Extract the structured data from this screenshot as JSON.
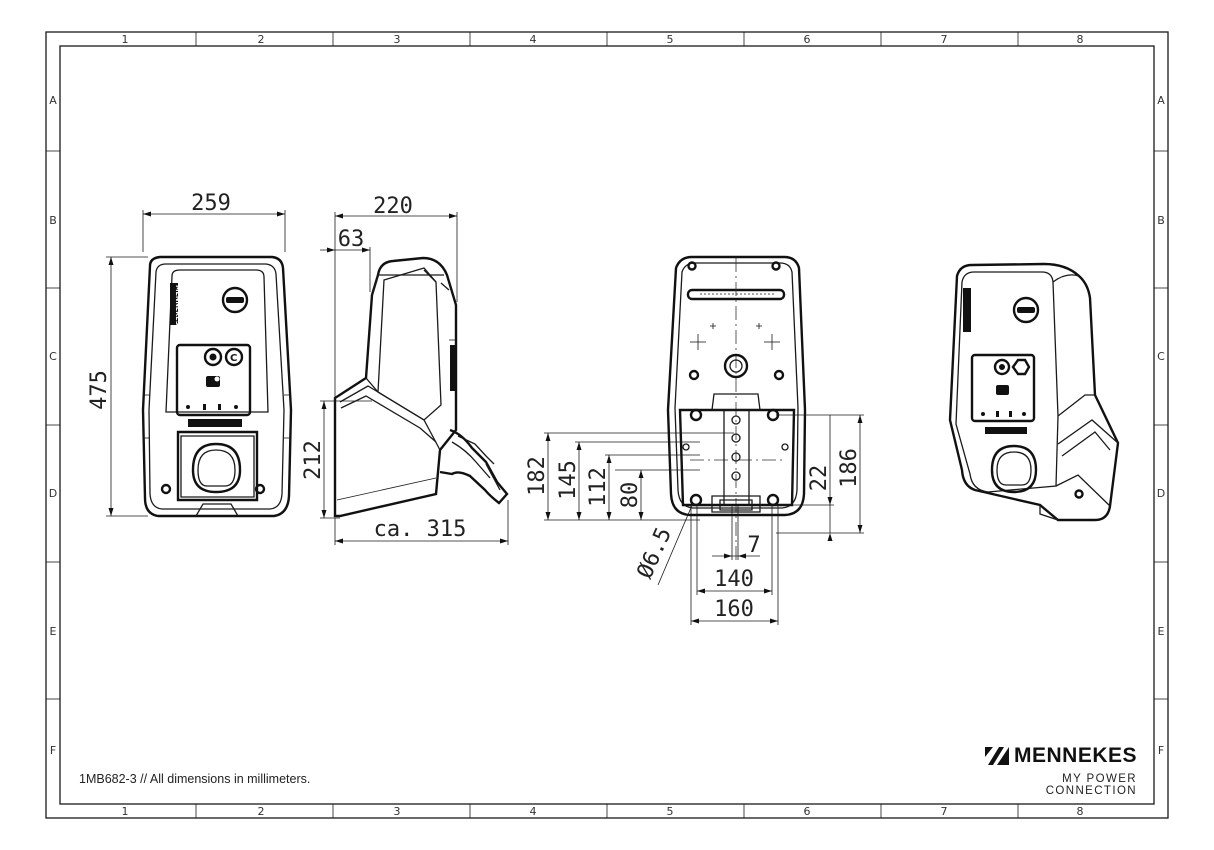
{
  "frame": {
    "columns": [
      "1",
      "2",
      "3",
      "4",
      "5",
      "6",
      "7",
      "8"
    ],
    "rows": [
      "A",
      "B",
      "C",
      "D",
      "E",
      "F"
    ]
  },
  "dimensions": {
    "front_width": "259",
    "front_height": "475",
    "side_depth": "220",
    "side_offset": "63",
    "side_height": "212",
    "side_total": "ca. 315",
    "rear_182": "182",
    "rear_145": "145",
    "rear_112": "112",
    "rear_80": "80",
    "rear_hole": "Ø6.5",
    "rear_7": "7",
    "rear_140": "140",
    "rear_160": "160",
    "rear_22": "22",
    "rear_186": "186"
  },
  "device": {
    "logo_text": "MENNEKES"
  },
  "footer": {
    "note": "1MB682-3 // All dimensions in millimeters."
  },
  "brand": {
    "name": "MENNEKES",
    "tagline": "MY POWER CONNECTION"
  }
}
